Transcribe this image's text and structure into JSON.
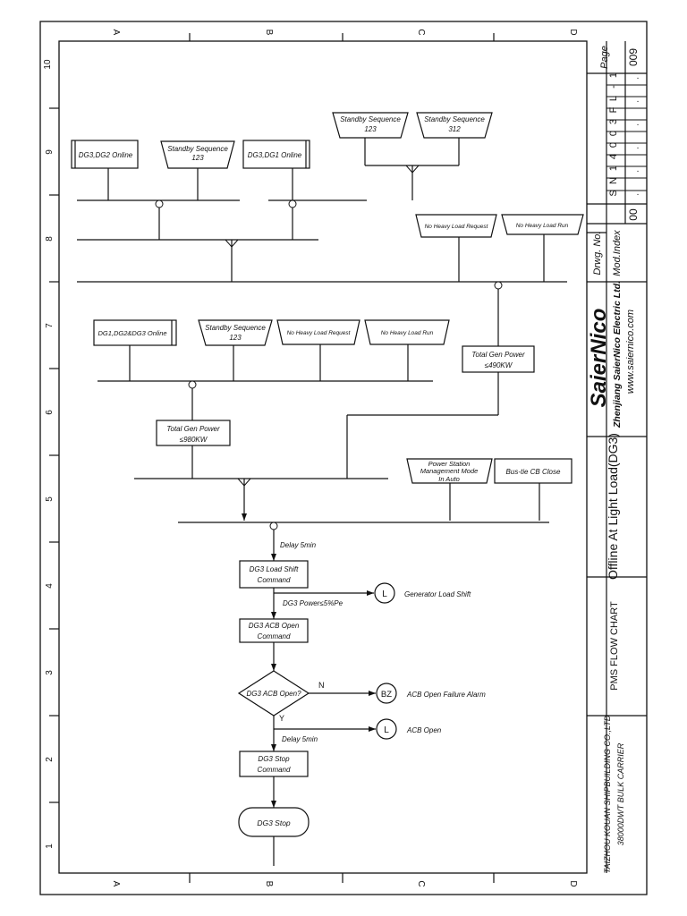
{
  "sheet": {
    "zone_letters": [
      "A",
      "B",
      "C",
      "D"
    ],
    "zone_numbers": [
      "10",
      "9",
      "8",
      "7",
      "6",
      "5",
      "4",
      "3",
      "2",
      "1"
    ]
  },
  "title_block": {
    "page_label": "Page",
    "page_number": "009",
    "drawing_number_label": "Drwg. No.",
    "drawing_number_chars": [
      "S",
      "N",
      "1",
      "4",
      "0",
      "0",
      "3",
      "F",
      "L",
      "-",
      "1"
    ],
    "mod_index_label": "Mod.Index",
    "mod_index_value": "00",
    "company_logo": "SaierNico",
    "company_name": "Zhenjiang SaierNico Electric Ltd.",
    "company_web": "www.saiernico.com",
    "drawing_title": "Offline At Light Load(DG3)",
    "chart_name": "PMS FLOW CHART",
    "client": "TAIZHOU KOUAN SHIPBUILDING CO.,LTD",
    "vessel": "38000DWT BULK CARRIER"
  },
  "diagram": {
    "inputs": {
      "dg3_dg2_online": "DG3,DG2 Online",
      "standby_123_a": [
        "Standby Sequence",
        "123"
      ],
      "dg3_dg1_online": "DG3,DG1 Online",
      "standby_123_b": [
        "Standby Sequence",
        "123"
      ],
      "standby_312": [
        "Standby Sequence",
        "312"
      ],
      "no_heavy_load_request_a": "No Heavy Load Request",
      "no_heavy_load_run_a": "No Heavy Load Run",
      "dg1_dg2_dg3_online": "DG1,DG2&DG3 Online",
      "standby_123_c": [
        "Standby Sequence",
        "123"
      ],
      "no_heavy_load_request_b": "No Heavy Load Request",
      "no_heavy_load_run_b": "No Heavy Load Run",
      "total_gen_power_490": [
        "Total Gen Power",
        "≤490KW"
      ],
      "total_gen_power_980": [
        "Total Gen Power",
        "≤980KW"
      ],
      "power_station_auto": [
        "Power Station",
        "Management Mode",
        "In Auto"
      ],
      "bus_tie_cb_close": "Bus-tie CB Close"
    },
    "flow": {
      "delay_1": "Delay 5min",
      "load_shift_cmd": [
        "DG3 Load Shift",
        "Command"
      ],
      "power_condition": "DG3 Power≤5%Pe",
      "lamp_symbol": "L",
      "generator_load_shift": "Generator Load Shift",
      "acb_open_cmd": [
        "DG3 ACB Open",
        "Command"
      ],
      "acb_open_question": "DG3 ACB Open?",
      "branch_no": "N",
      "branch_yes": "Y",
      "buzzer_symbol": "BZ",
      "acb_open_failure_alarm": "ACB Open Failure Alarm",
      "acb_open": "ACB Open",
      "delay_2": "Delay 5min",
      "stop_cmd": [
        "DG3 Stop",
        "Command"
      ],
      "dg3_stop": "DG3 Stop"
    }
  }
}
